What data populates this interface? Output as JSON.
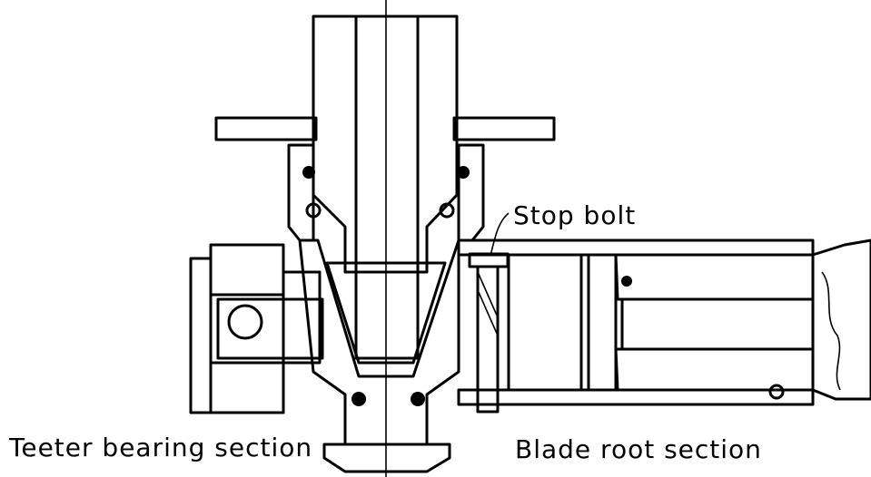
{
  "labels": {
    "stop_bolt": "Stop bolt",
    "teeter_section": "Teeter bearing section",
    "blade_section": "Blade root section"
  },
  "colors": {
    "ink": "#000000",
    "paper": "#ffffff"
  }
}
